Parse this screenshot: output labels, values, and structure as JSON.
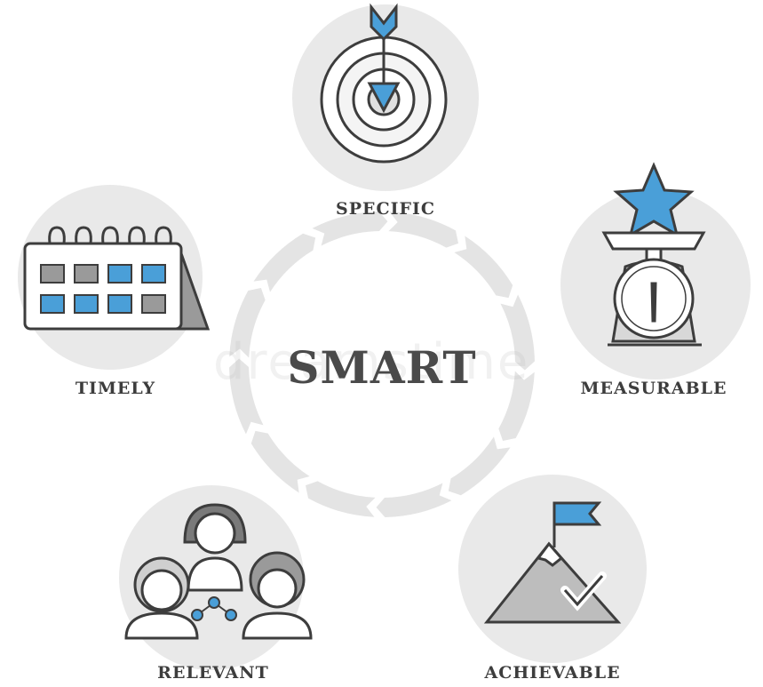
{
  "center": {
    "title": "SMART"
  },
  "watermark": "dreamstime",
  "items": {
    "specific": {
      "label": "SPECIFIC",
      "icon": "target-arrow-icon"
    },
    "measurable": {
      "label": "MEASURABLE",
      "icon": "scale-star-icon"
    },
    "achievable": {
      "label": "ACHIEVABLE",
      "icon": "mountain-flag-icon"
    },
    "relevant": {
      "label": "RELEVANT",
      "icon": "team-network-icon"
    },
    "timely": {
      "label": "TIMELY",
      "icon": "calendar-icon"
    }
  },
  "colors": {
    "accent": "#4a9fd8",
    "ink": "#3d3d3d",
    "circle_bg": "#e9e9e9",
    "cycle_arrows": "#e4e4e4"
  }
}
